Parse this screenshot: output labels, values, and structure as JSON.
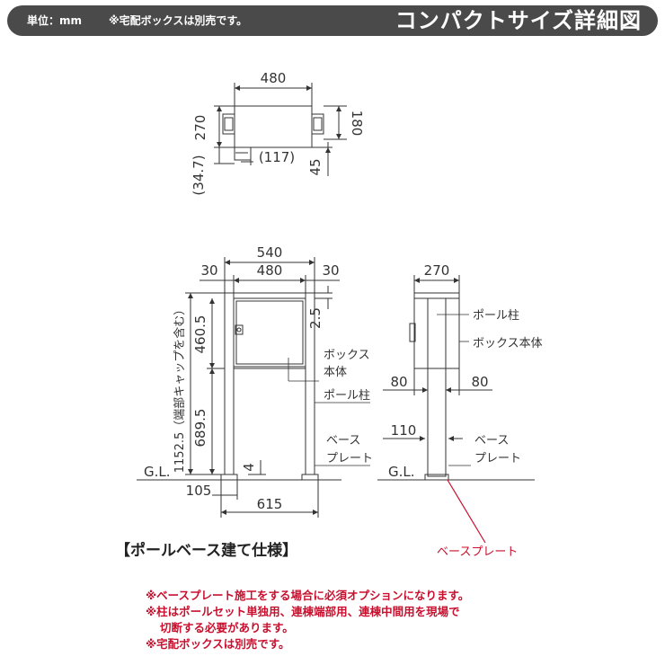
{
  "header": {
    "unit": "単位：mm",
    "note": "※宅配ボックスは別売です。",
    "title": "コンパクトサイズ詳細図"
  },
  "top_view": {
    "width": "480",
    "height": "270",
    "depth_right": "180",
    "offset_117": "(117)",
    "offset_45": "45",
    "offset_34_7": "(34.7)"
  },
  "front_view": {
    "total_width": "540",
    "inner_width": "480",
    "side_left": "30",
    "side_right": "30",
    "gap_top": "2.5",
    "box_height": "460.5",
    "pole_height": "689.5",
    "total_height": "1152.5（端部キャップを含む）",
    "plate_height": "4",
    "plate_left": "105",
    "plate_width": "615",
    "gl": "G.L.",
    "label_box_line1": "ボックス",
    "label_box_line2": "本体",
    "label_pole": "ポール柱",
    "label_base_line1": "ベース",
    "label_base_line2": "プレート"
  },
  "side_view": {
    "depth": "270",
    "left_80": "80",
    "right_80": "80",
    "width_110": "110",
    "gl": "G.L.",
    "label_pole": "ポール柱",
    "label_box": "ボックス本体",
    "label_base_line1": "ベース",
    "label_base_line2": "プレート",
    "label_base_red": "ベースプレート"
  },
  "section_title": "【ポールベース建て仕様】",
  "notes": [
    "※ベースプレート施工をする場合に必須オプションになります。",
    "※柱はポールセット単独用、連棟端部用、連棟中間用を現場で",
    "切断する必要があります。",
    "※宅配ボックスは別売です。"
  ],
  "colors": {
    "header_bg": "#4a4a4a",
    "accent_red": "#c8102e",
    "line": "#333333"
  }
}
